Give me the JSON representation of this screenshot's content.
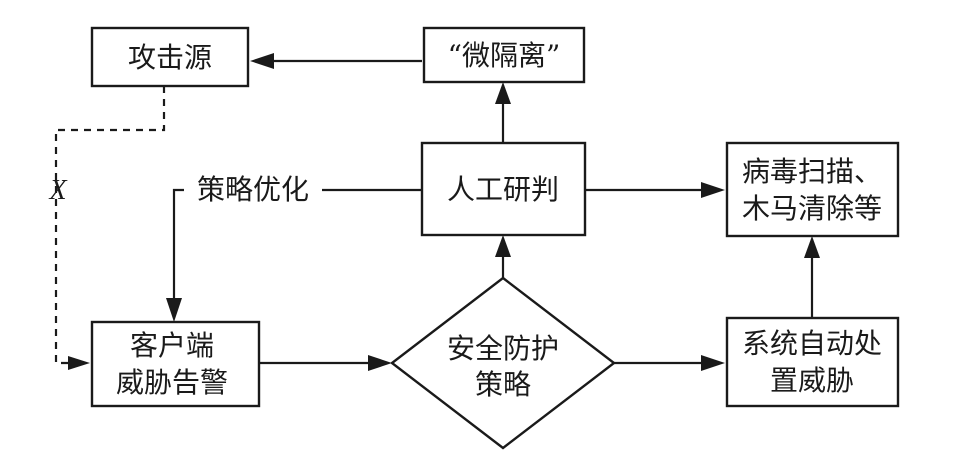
{
  "nodes": {
    "attack_source": "攻击源",
    "micro_isolation": "“微隔离”",
    "manual_analysis": "人工研判",
    "virus_scan_line1": "病毒扫描、",
    "virus_scan_line2": "木马清除等",
    "client_alert_line1": "客户端",
    "client_alert_line2": "威胁告警",
    "security_policy_line1": "安全防护",
    "security_policy_line2": "策略",
    "auto_handle_line1": "系统自动处",
    "auto_handle_line2": "置威胁"
  },
  "edges": {
    "policy_optimization_label": "策略优化",
    "blocked_marker": "X"
  }
}
